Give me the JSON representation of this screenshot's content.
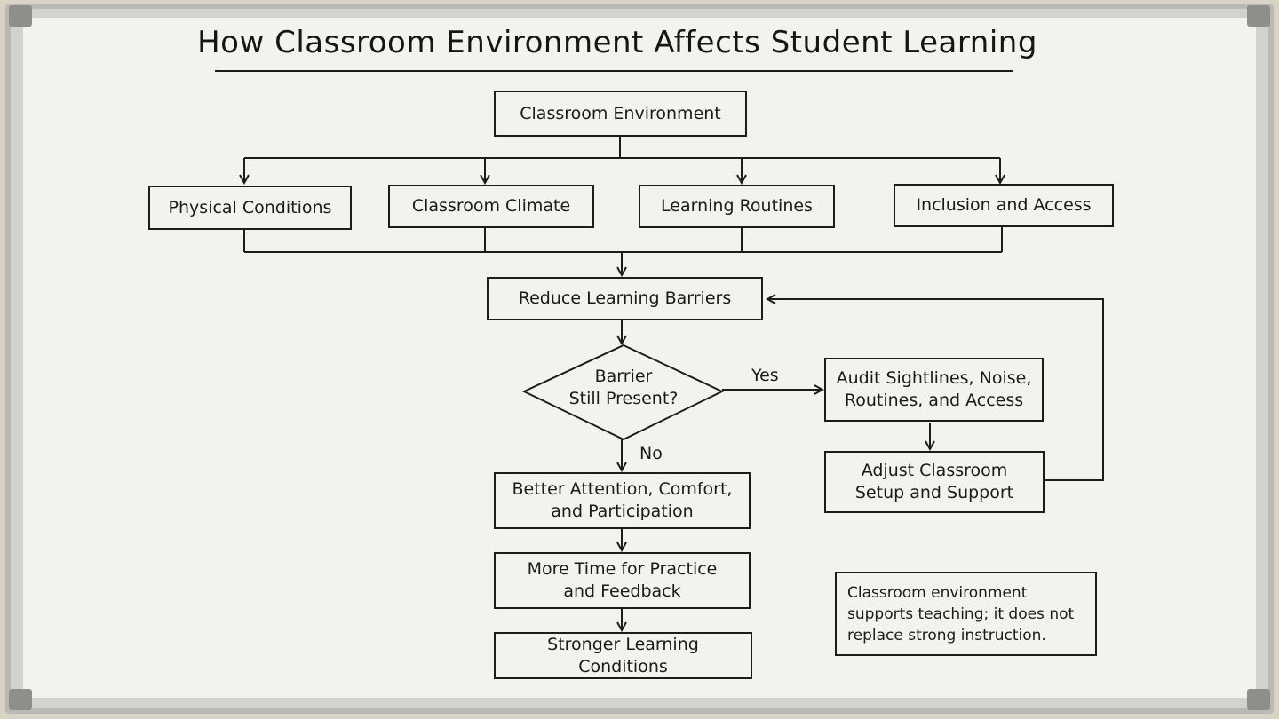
{
  "title": "How Classroom Environment Affects Student Learning",
  "nodes": {
    "root": "Classroom Environment",
    "physical": "Physical Conditions",
    "climate": "Classroom Climate",
    "routines": "Learning Routines",
    "inclusion": "Inclusion and Access",
    "reduce": "Reduce Learning Barriers",
    "decision": "Barrier\nStill Present?",
    "audit": "Audit Sightlines, Noise,\nRoutines, and Access",
    "adjust": "Adjust Classroom\nSetup and Support",
    "attention": "Better Attention, Comfort,\nand Participation",
    "practice": "More Time for Practice\nand Feedback",
    "stronger": "Stronger Learning Conditions"
  },
  "edge_labels": {
    "yes": "Yes",
    "no": "No"
  },
  "note": "Classroom environment supports teaching; it does not replace strong instruction."
}
